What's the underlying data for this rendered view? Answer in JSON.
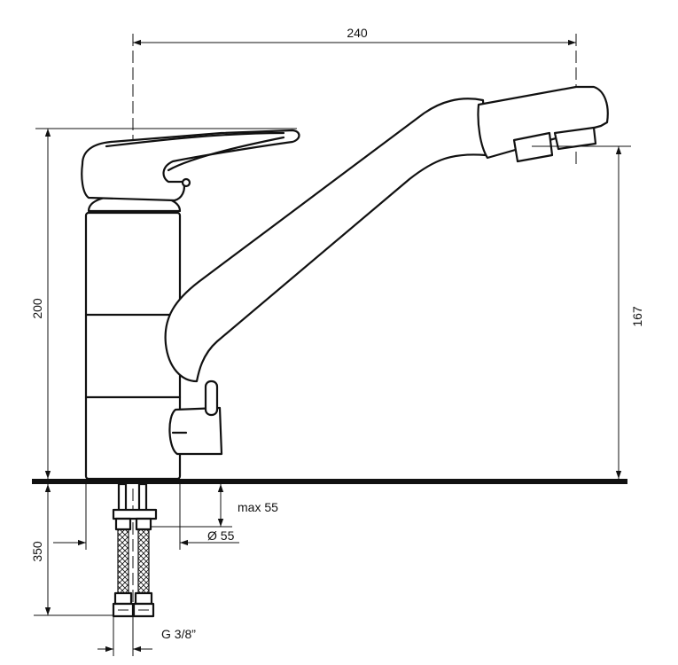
{
  "diagram": {
    "dimensions": {
      "spout_reach": "240",
      "total_height": "200",
      "spout_height": "167",
      "below_counter": "350",
      "max_countertop": "max 55",
      "hole_diameter": "Ø 55",
      "connection_thread": "G 3/8”"
    }
  }
}
